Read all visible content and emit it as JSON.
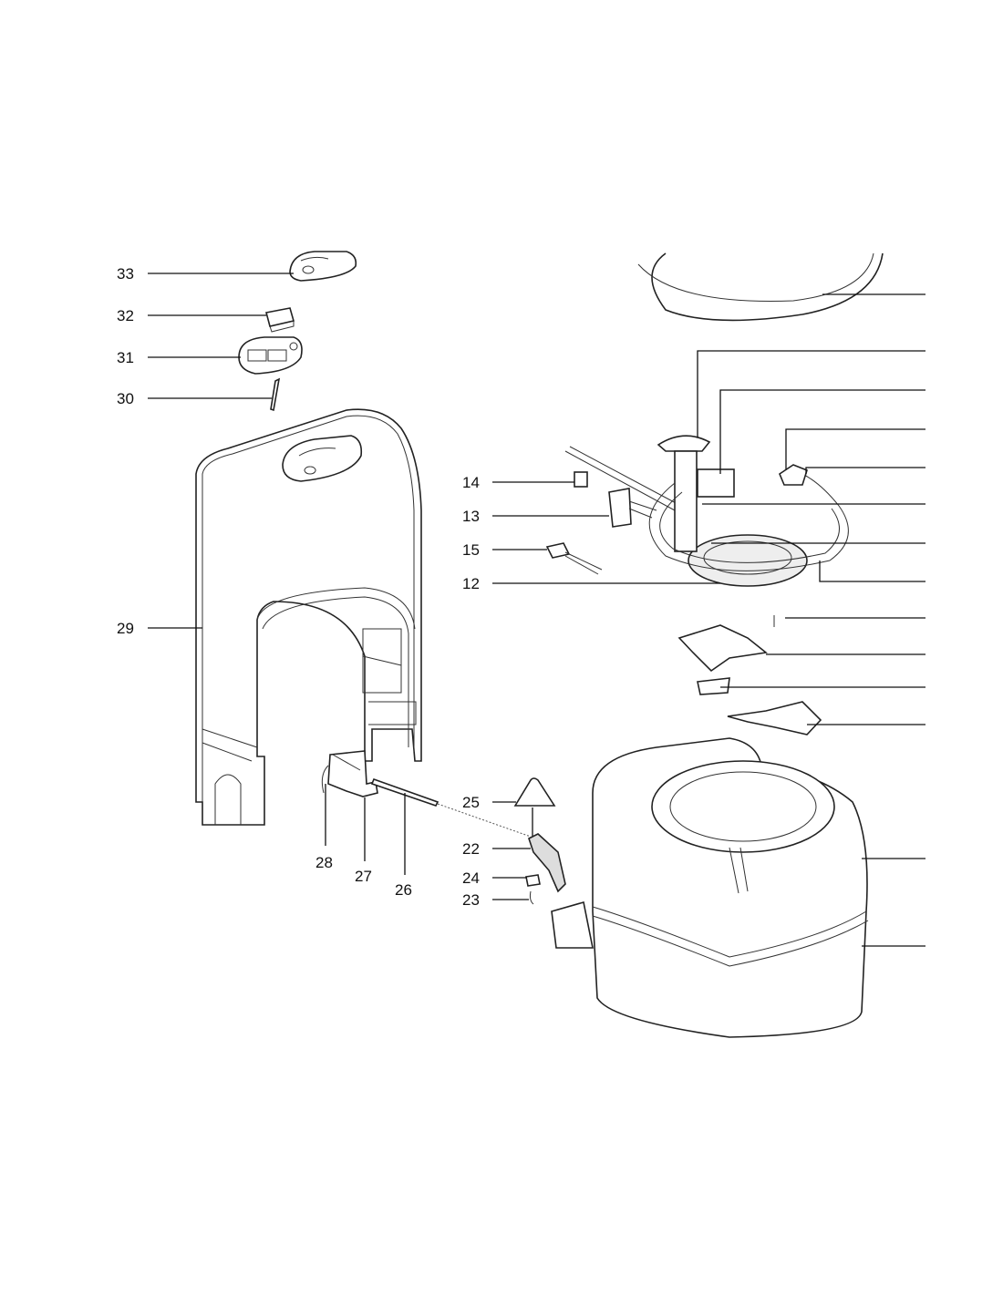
{
  "diagram": {
    "type": "exploded parts diagram",
    "labels_left": [
      "33",
      "32",
      "31",
      "30",
      "29"
    ],
    "labels_middle": [
      "14",
      "13",
      "15",
      "12"
    ],
    "labels_bottom": [
      "28",
      "27",
      "26"
    ],
    "labels_hinge": [
      "25",
      "22",
      "24",
      "23"
    ],
    "right_callout_count": 14
  }
}
